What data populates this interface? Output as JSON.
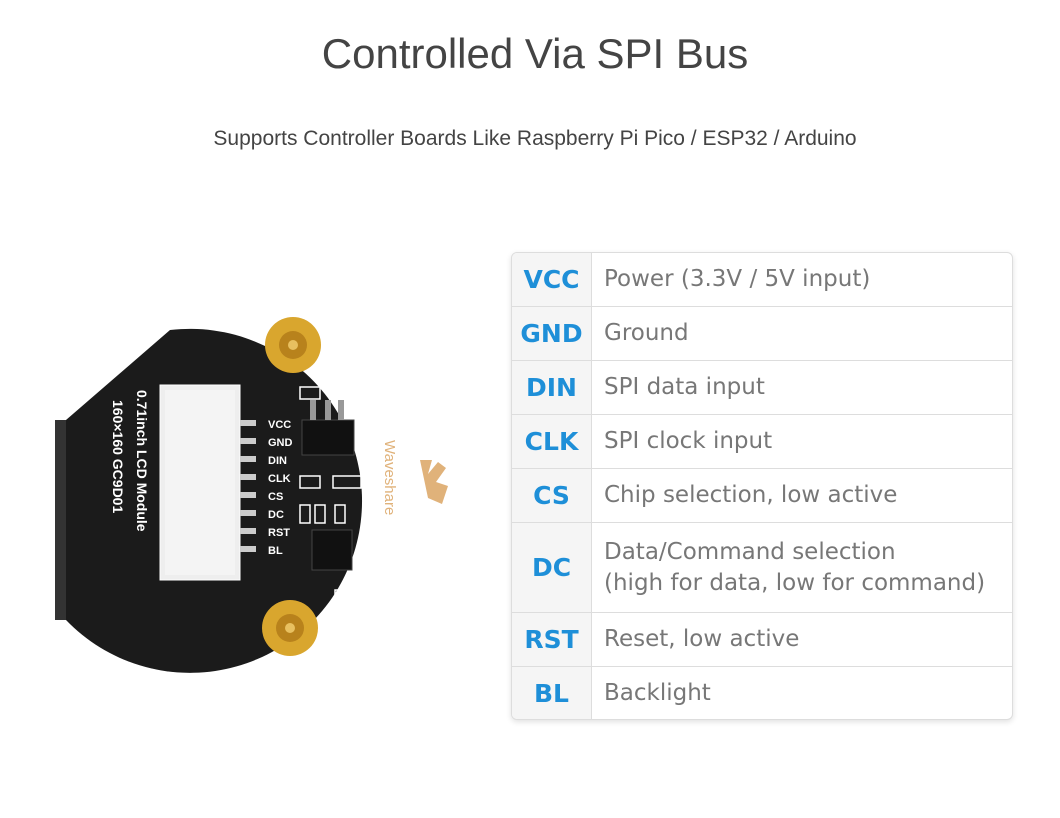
{
  "title": "Controlled Via SPI Bus",
  "subtitle": "Supports Controller Boards Like Raspberry Pi Pico / ESP32 / Arduino",
  "board": {
    "model_line": "0.71inch LCD Module",
    "spec_line": "160×160   GC9D01",
    "brand": "Waveshare",
    "pin_labels": [
      "VCC",
      "GND",
      "DIN",
      "CLK",
      "CS",
      "DC",
      "RST",
      "BL"
    ]
  },
  "pins": [
    {
      "name": "VCC",
      "desc": "Power (3.3V / 5V input)"
    },
    {
      "name": "GND",
      "desc": "Ground"
    },
    {
      "name": "DIN",
      "desc": "SPI data input"
    },
    {
      "name": "CLK",
      "desc": "SPI clock input"
    },
    {
      "name": "CS",
      "desc": "Chip selection, low active"
    },
    {
      "name": "DC",
      "desc": "Data/Command selection\n(high for data, low for command)"
    },
    {
      "name": "RST",
      "desc": "Reset, low active"
    },
    {
      "name": "BL",
      "desc": "Backlight"
    }
  ],
  "colors": {
    "pin_accent": "#1e8fd8",
    "board": "#1a1a1a",
    "gold": "#d9a62e"
  }
}
